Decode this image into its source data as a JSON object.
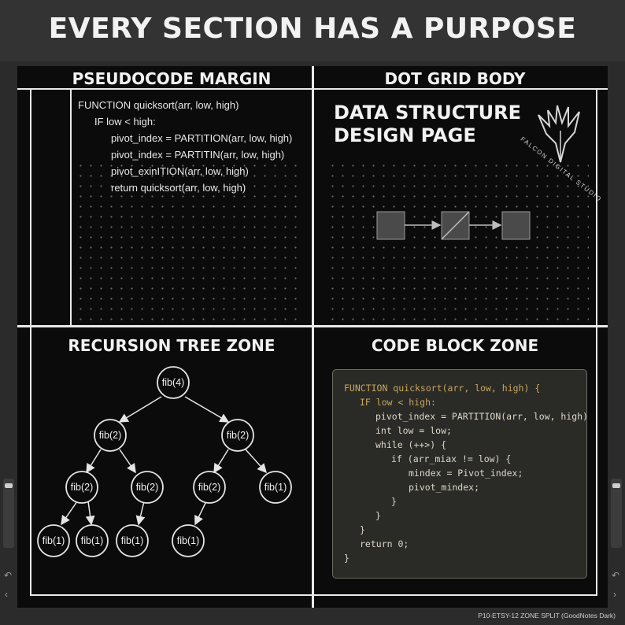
{
  "banner": {
    "title": "EVERY SECTION HAS A PURPOSE"
  },
  "zones": {
    "pseudocode": {
      "title": "PSEUDOCODE MARGIN",
      "lines": [
        "FUNCTION quicksort(arr, low, high)",
        "IF low < high:",
        "pivot_index = PARTITION(arr, low, high)",
        "pivot_index = PARTITIN(arr, low, high)",
        "pivot_exinITION(arr, low, high)",
        "return quicksort(arr, low, high)"
      ]
    },
    "dot_grid": {
      "title": "DOT GRID BODY",
      "heading_line1": "DATA STRUCTURE",
      "heading_line2": "DESIGN PAGE",
      "brand_text": "FALCON DIGITAL STUDIO"
    },
    "recursion_tree": {
      "title": "RECURSION TREE ZONE",
      "nodes": [
        "fib(4)",
        "fib(2)",
        "fib(2)",
        "fib(2)",
        "fib(2)",
        "fib(2)",
        "fib(1)",
        "fib(1)",
        "fib(1)",
        "fib(1)",
        "fib(1)"
      ]
    },
    "code_block": {
      "title": "CODE BLOCK ZONE",
      "lines": [
        "FUNCTION quicksort(arr, low, high) {",
        "IF low < high:",
        "pivot_index = PARTITION(arr, low, high)",
        "int low = low;",
        "while (++>) {",
        "if (arr_miax != low) {",
        "mindex = Pivot_index;",
        "pivot_mindex;",
        "}",
        "}",
        "}",
        "return 0;",
        "}"
      ]
    }
  },
  "footer": {
    "text": "P10-ETSY-12 ZONE SPLIT (GoodNotes Dark)"
  },
  "colors": {
    "background": "#0b0b0b",
    "banner": "#333333",
    "line": "#e9e9e9",
    "keyword": "#c9a55e",
    "code_card": "#2a2b27"
  }
}
